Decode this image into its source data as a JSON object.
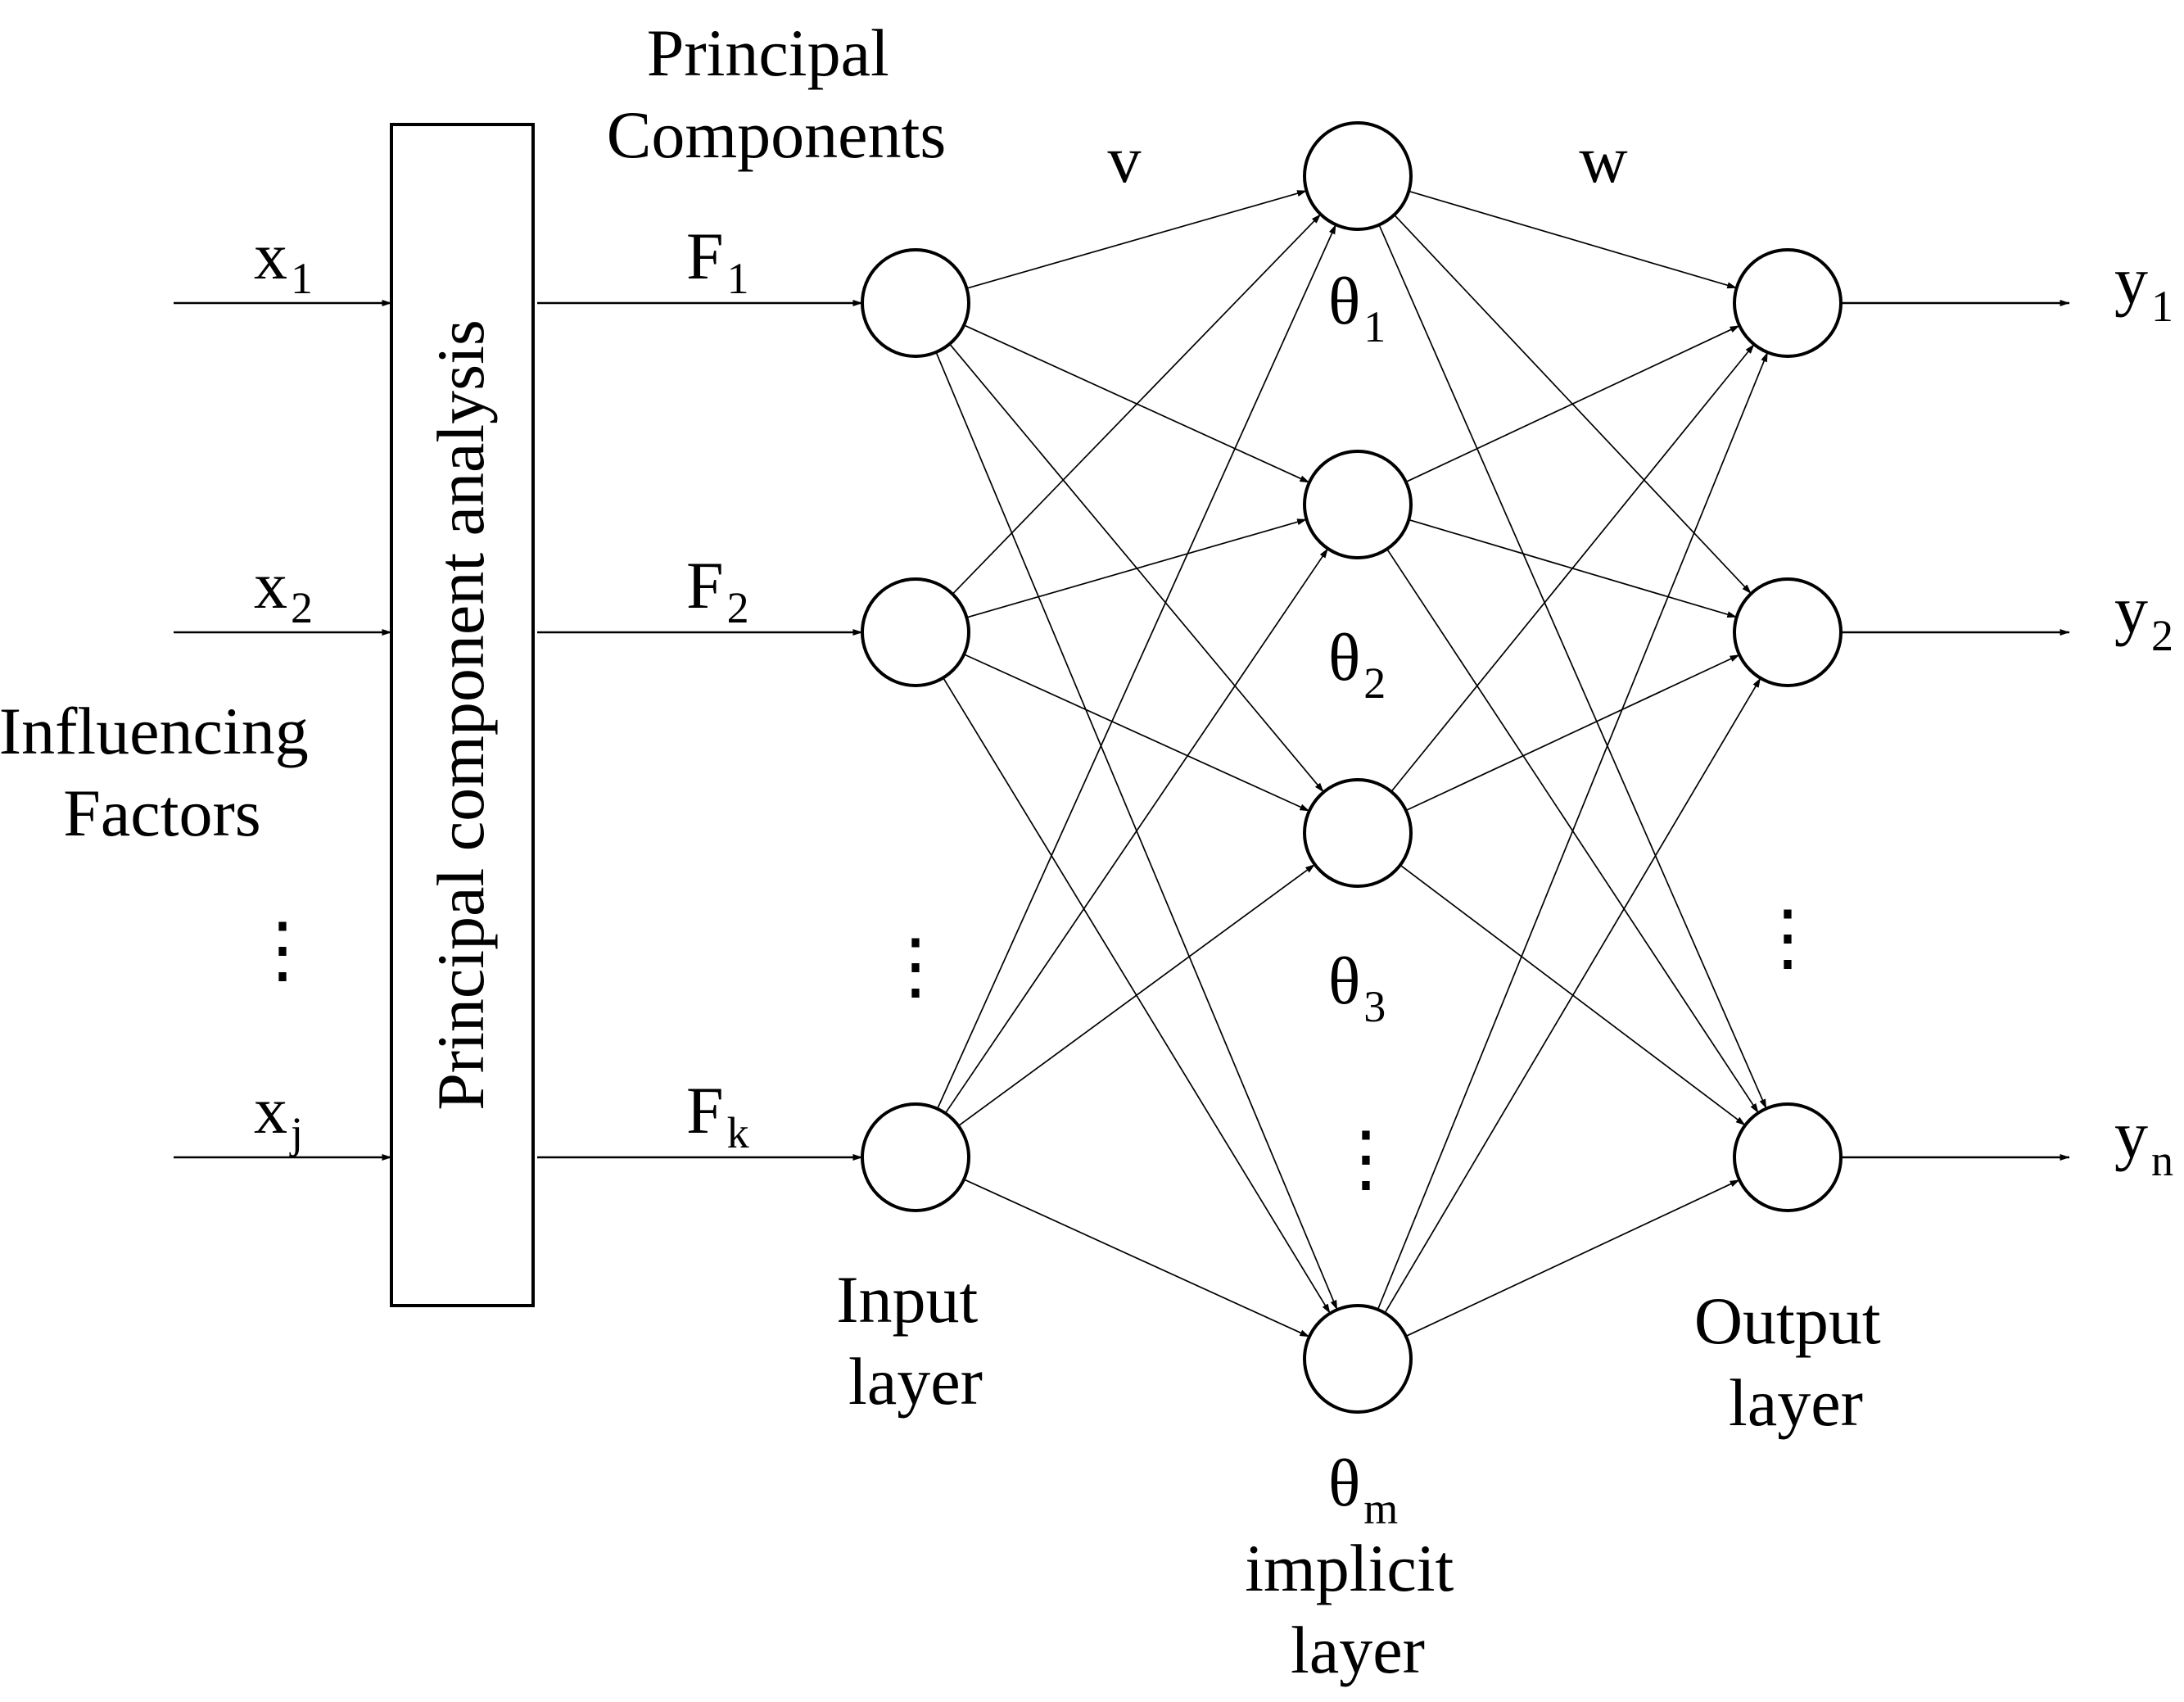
{
  "labels": {
    "influencing_factors": [
      "Influencing",
      "Factors"
    ],
    "principal_components": [
      "Principal",
      "Components"
    ],
    "pca_box": "Principal component analysis",
    "input_layer": [
      "Input",
      "layer"
    ],
    "implicit_layer": [
      "implicit",
      "layer"
    ],
    "output_layer": [
      "Output",
      "layer"
    ],
    "v": "v",
    "w": "w",
    "ellipsis": "⋮"
  },
  "inputs": [
    {
      "base": "x",
      "sub": "1"
    },
    {
      "base": "x",
      "sub": "2"
    },
    {
      "base": "x",
      "sub": "j"
    }
  ],
  "components": [
    {
      "base": "F",
      "sub": "1"
    },
    {
      "base": "F",
      "sub": "2"
    },
    {
      "base": "F",
      "sub": "k"
    }
  ],
  "hidden": [
    {
      "base": "θ",
      "sub": "1"
    },
    {
      "base": "θ",
      "sub": "2"
    },
    {
      "base": "θ",
      "sub": "3"
    },
    {
      "base": "θ",
      "sub": "m"
    }
  ],
  "outputs": [
    {
      "base": "y",
      "sub": "1"
    },
    {
      "base": "y",
      "sub": "2"
    },
    {
      "base": "y",
      "sub": "n"
    }
  ]
}
